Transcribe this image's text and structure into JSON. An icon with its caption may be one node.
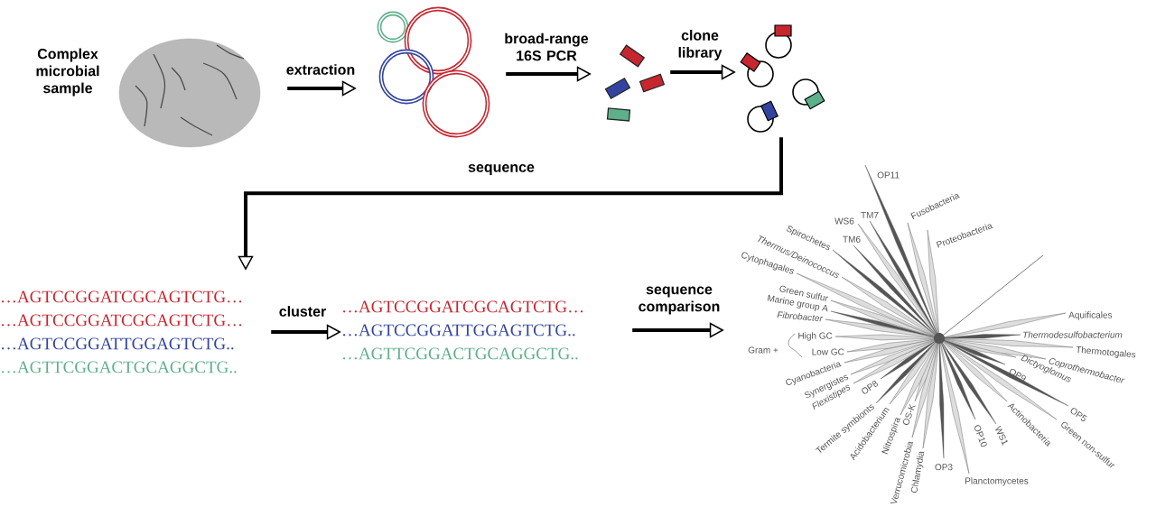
{
  "diagram": {
    "nodes": [
      {
        "text": [],
        "shape": "picture",
        "beside": [
          "Complex microbial sample"
        ]
      },
      {
        "text": [],
        "shape": "picture"
      },
      {
        "text": [],
        "shape": "picture"
      },
      {
        "text": [],
        "shape": "picture"
      },
      {
        "text": [
          "…AGTCCGGATCGCAGTCTG…",
          "…AGTCCGGATCGCAGTCTG…",
          "…AGTCCGGATTGGAGTCTG..",
          "…AGTTCGGACTGCAGGCTG.."
        ]
      },
      {
        "text": [
          "…AGTCCGGATCGCAGTCTG…",
          "…AGTCCGGATTGGAGTCTG..",
          "…AGTTCGGACTGCAGGCTG.."
        ]
      },
      {
        "text": [],
        "shape": "picture"
      }
    ],
    "edges": [
      {
        "from": 0,
        "to": 1,
        "arrow": "to",
        "label": "extraction"
      },
      {
        "from": 1,
        "to": 2,
        "arrow": "to",
        "label": "broad-range 16S PCR"
      },
      {
        "from": 2,
        "to": 3,
        "arrow": "to",
        "label": "clone library"
      },
      {
        "from": 3,
        "to": 4,
        "arrow": "to",
        "label": "sequence"
      },
      {
        "from": 4,
        "to": 5,
        "arrow": "to",
        "label": "cluster"
      },
      {
        "from": 5,
        "to": 6,
        "arrow": "to",
        "label": "sequence comparison"
      }
    ],
    "labels": [
      "OP11",
      "WS6",
      "TM7",
      "Fusobacteria",
      "Spirochetes",
      "TM6",
      "Proteobacteria",
      "Cytophagales",
      "Thermus/Deinococcus",
      "Green sulfur",
      "Marine group A",
      "Fibrobacter",
      "Aquificales",
      "High GC",
      "Thermodesulfobacterium",
      "Gram +",
      "Low GC",
      "Thermotogales",
      "Cyanobacteria",
      "OP9",
      "Dictyoglomus",
      "Coprothermobacter",
      "Synergistes",
      "OP8",
      "Flexistipes",
      "OS-K",
      "Actinobacteria",
      "OP5",
      "Termite symbionts",
      "Acidobacterium",
      "Nitrospira",
      "OP10",
      "WS1",
      "Green non-sulfur",
      "Verrucomicrobia",
      "Chlamydia",
      "OP3",
      "Planctomycetes"
    ]
  }
}
